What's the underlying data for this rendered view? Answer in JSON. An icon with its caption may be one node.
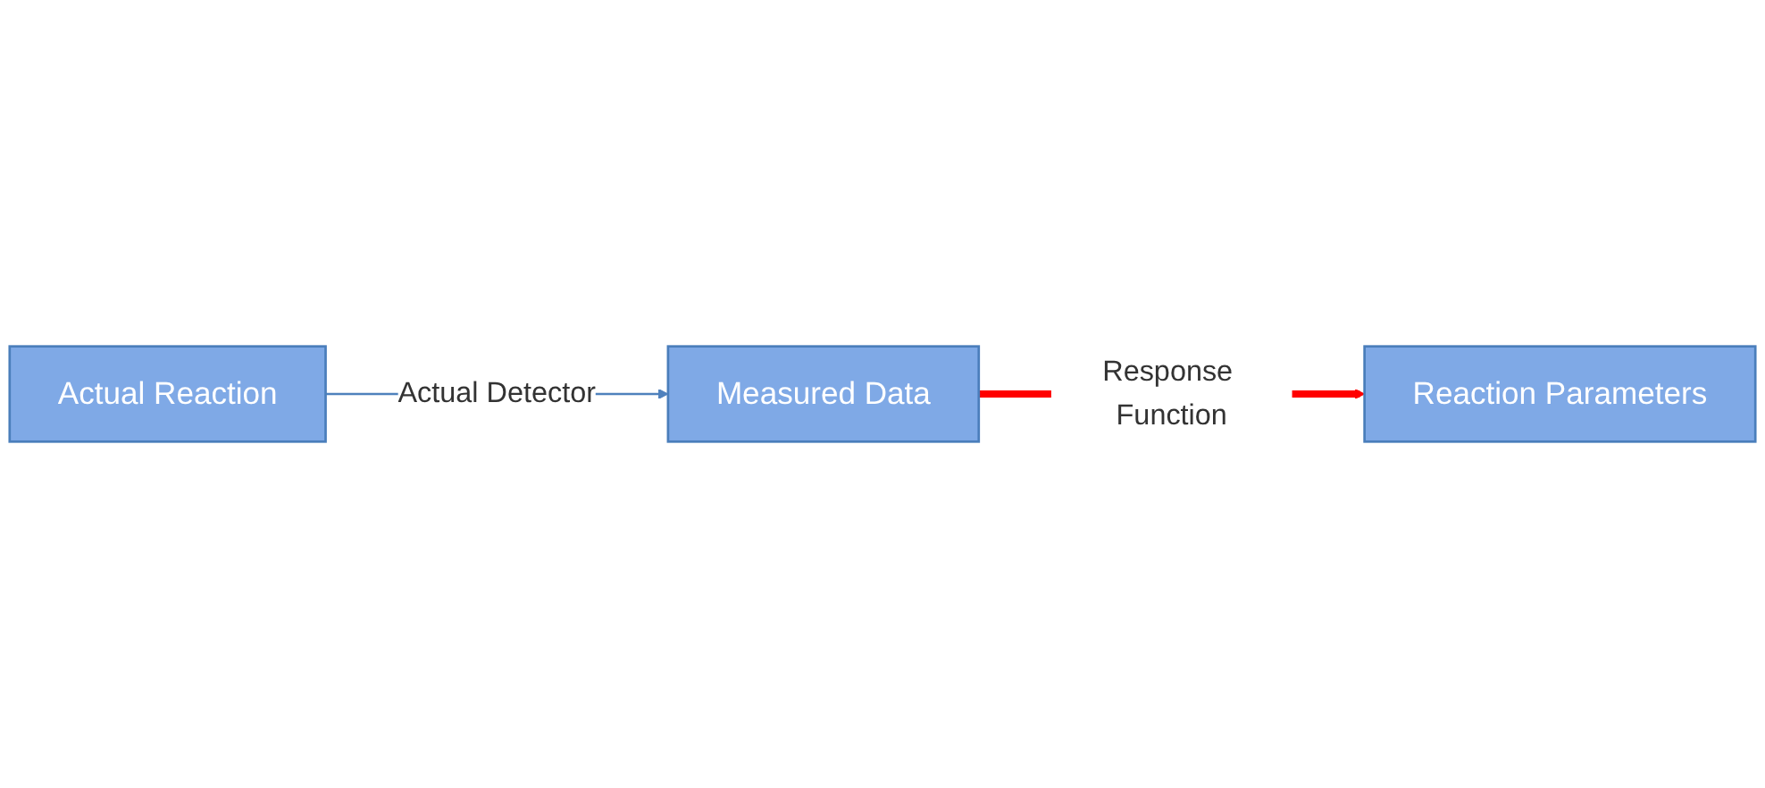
{
  "diagram": {
    "nodes": [
      {
        "text": [
          "Actual Reaction"
        ]
      },
      {
        "text": [
          "Measured Data"
        ]
      },
      {
        "text": [
          "Reaction Parameters"
        ]
      }
    ],
    "edges": [
      {
        "from": 0,
        "to": 1,
        "arrow": "to",
        "label": "Actual Detector",
        "color": "#4f81bd"
      },
      {
        "from": 1,
        "to": 2,
        "arrow": "to",
        "label": "Response Function",
        "style": "thick",
        "color": "#ff0000"
      }
    ]
  }
}
